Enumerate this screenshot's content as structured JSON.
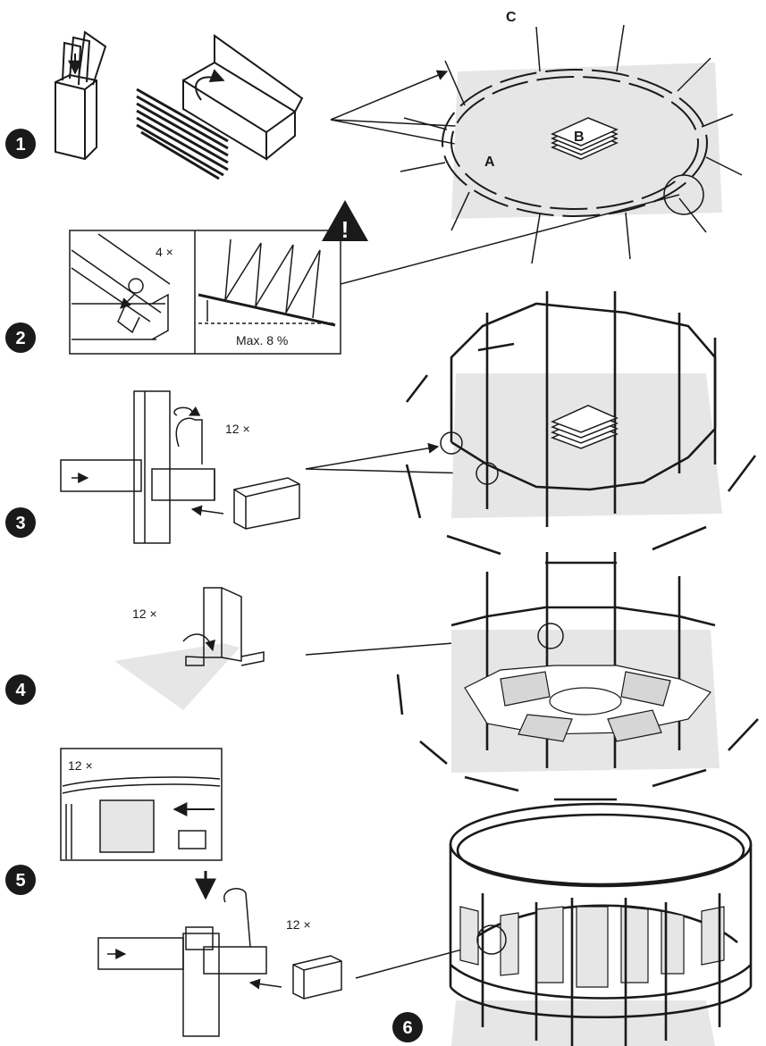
{
  "steps": [
    "1",
    "2",
    "3",
    "4",
    "5",
    "6"
  ],
  "labels": {
    "a": "A",
    "b": "B",
    "c": "C"
  },
  "counts": {
    "step2": "4 ×",
    "step3": "12 ×",
    "step4": "12 ×",
    "step5_inset": "12 ×",
    "step5": "12 ×"
  },
  "slope_note": "Max. 8 %",
  "warning_mark": "!",
  "colors": {
    "ink": "#1a1a1a",
    "ground": "#e6e6e6",
    "badge": "#1a1a1a",
    "warning": "#1a1a1a"
  }
}
